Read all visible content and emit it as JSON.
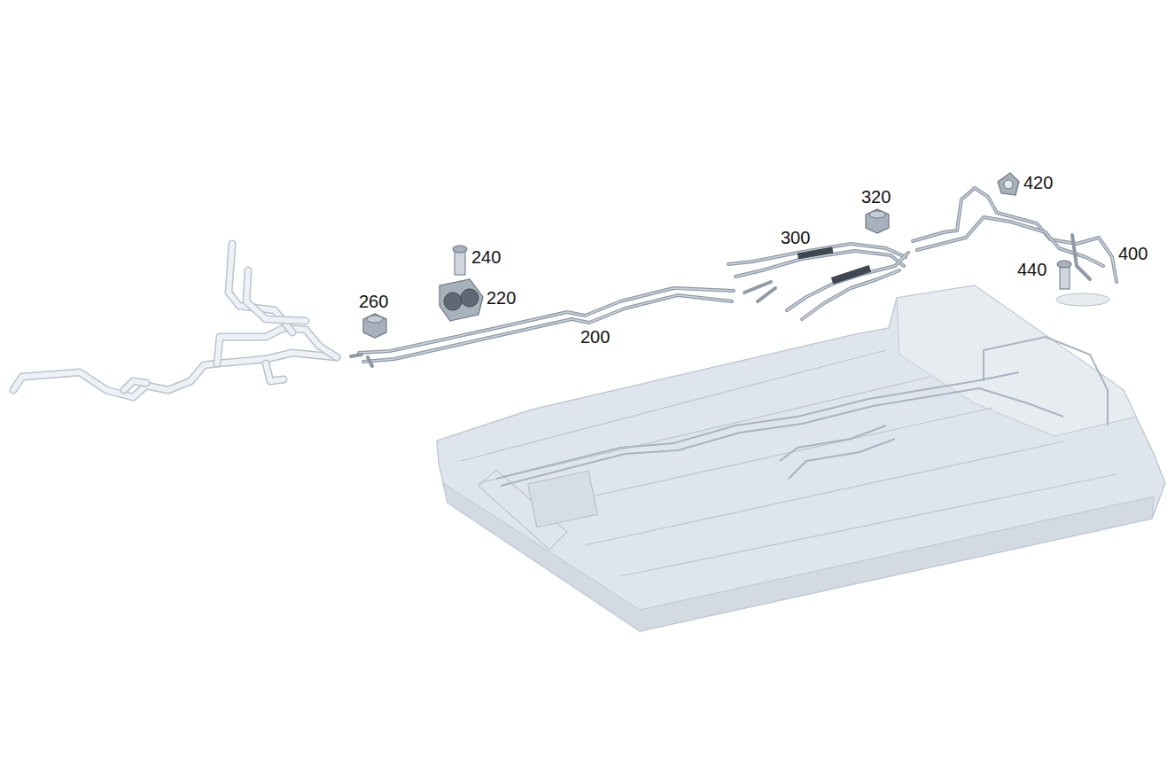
{
  "diagram": {
    "labels": [
      "420",
      "320",
      "300",
      "400",
      "240",
      "440",
      "260",
      "220",
      "200"
    ]
  }
}
